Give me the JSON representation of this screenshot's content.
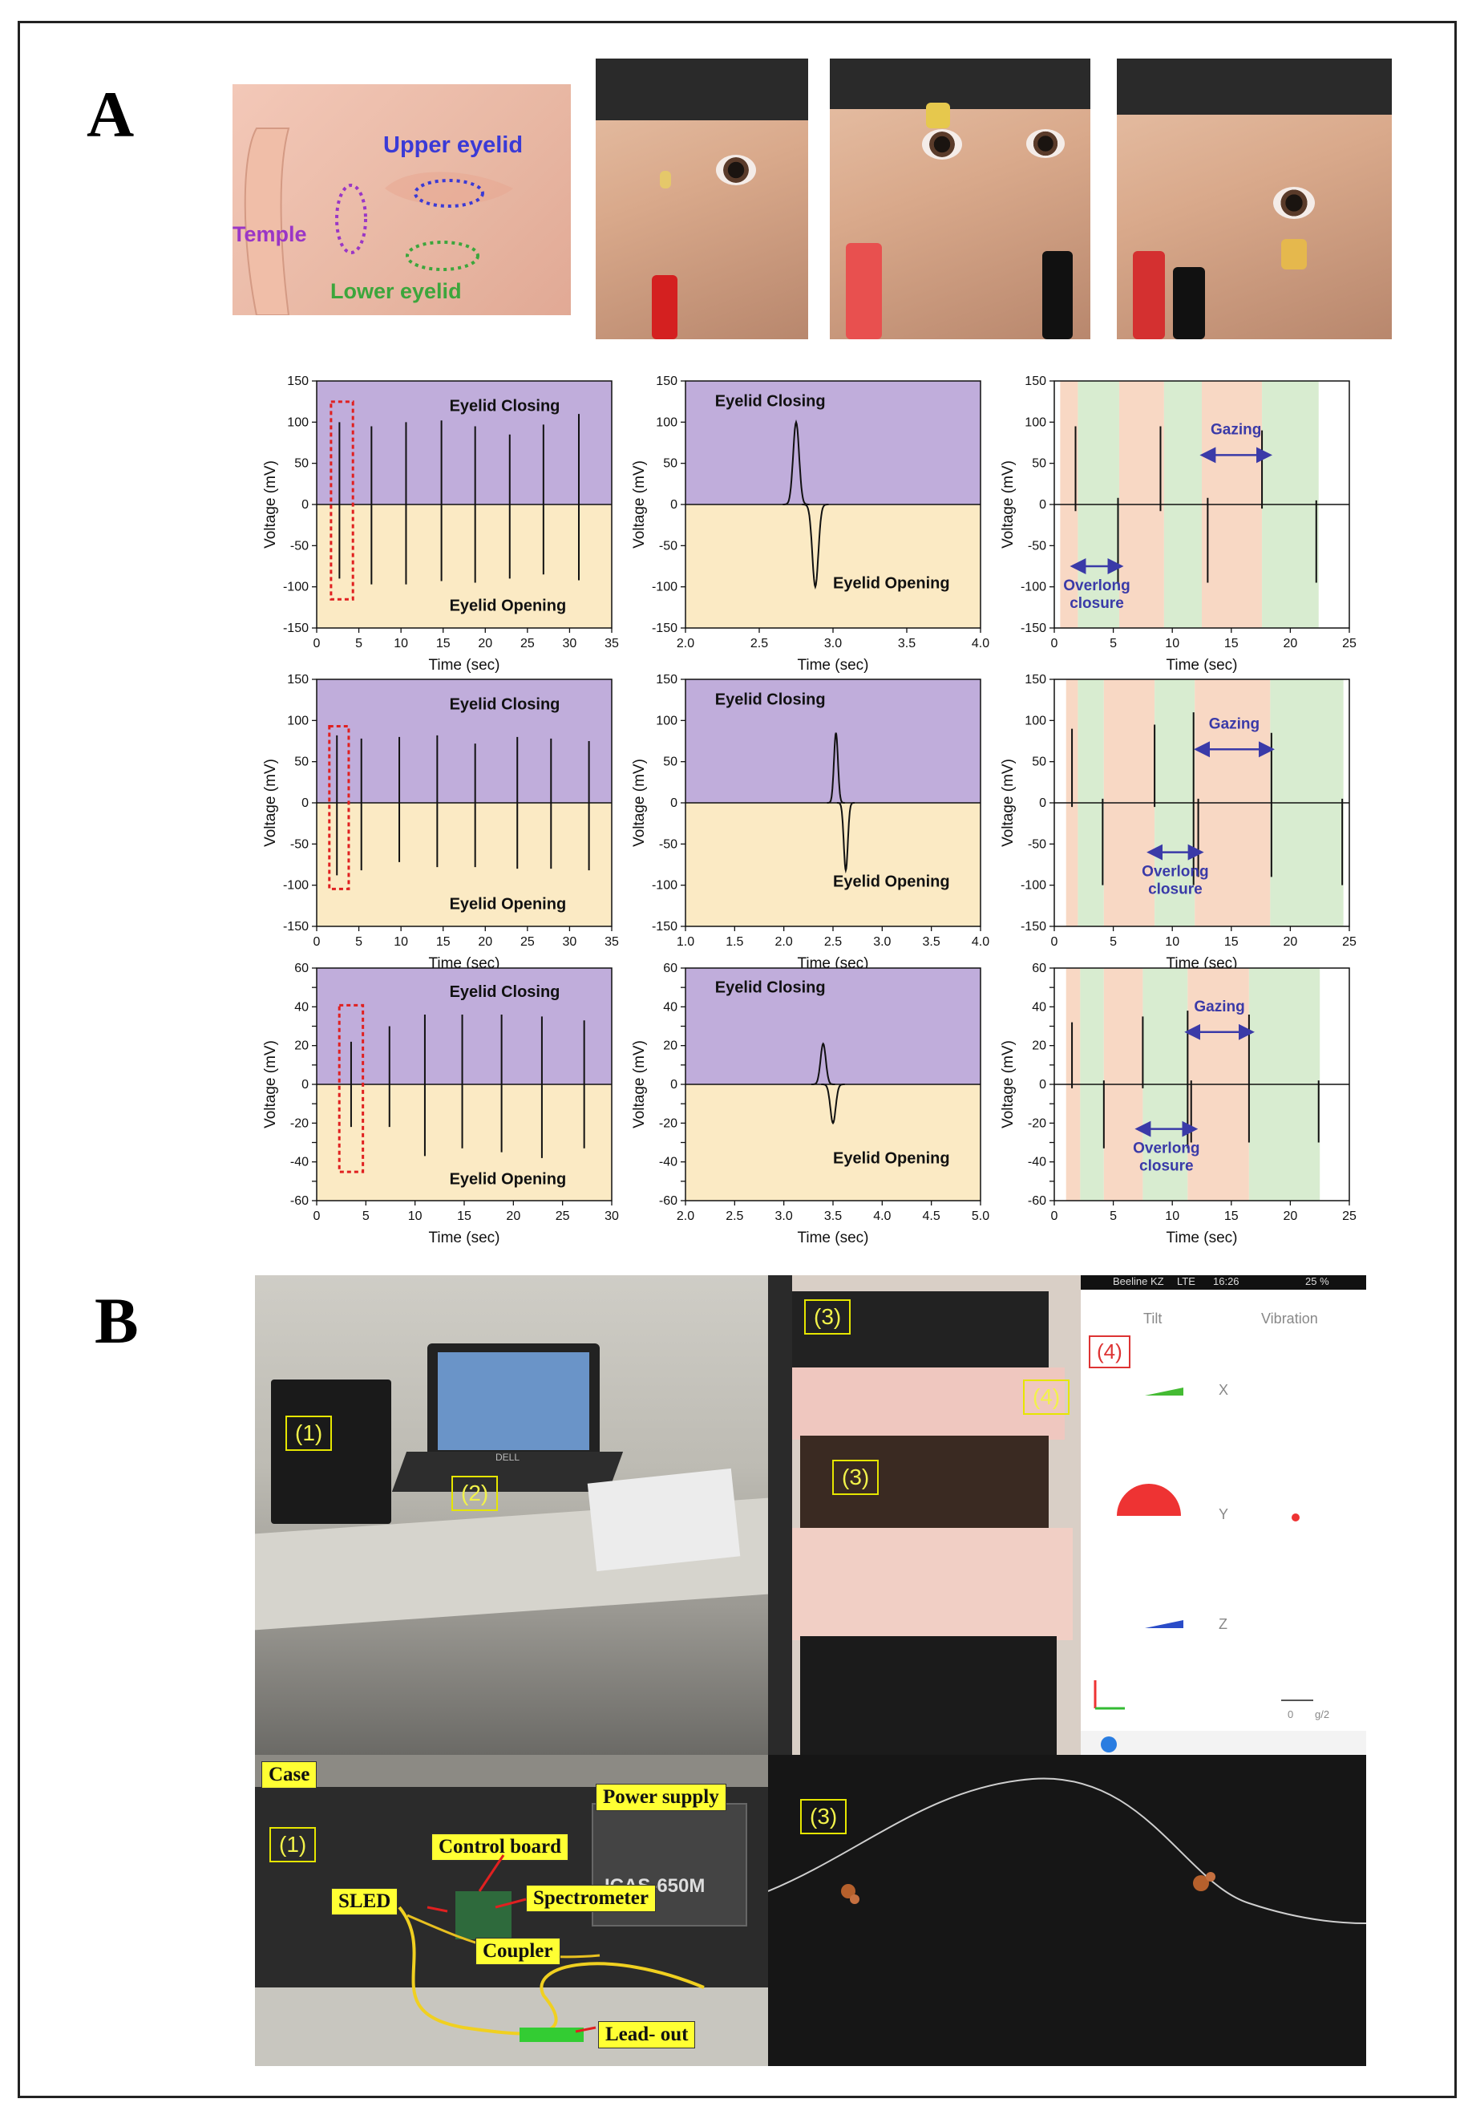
{
  "panel_a_label": "A",
  "panel_b_label": "B",
  "face_diagram": {
    "upper": "Upper eyelid",
    "temple": "Temple",
    "lower": "Lower eyelid",
    "colors": {
      "upper": "#3a3ad6",
      "temple": "#9a36c6",
      "lower": "#3ca63c"
    }
  },
  "colors": {
    "closing_bg": "#c0addb",
    "opening_bg": "#fbeac4",
    "orange_band": "#f8d8c4",
    "green_band": "#d8ecd0",
    "arrow": "#3a3aa8",
    "annotation": "#3a3aa8",
    "red_dash": "#e02020",
    "tag": "#ffff33"
  },
  "chart_data": [
    {
      "type": "line",
      "id": "r1c1",
      "xlabel": "Time (sec)",
      "ylabel": "Voltage (mV)",
      "xlim": [
        0,
        35
      ],
      "ylim": [
        -150,
        150
      ],
      "xticks": [
        0,
        5,
        10,
        15,
        20,
        25,
        30,
        35
      ],
      "yticks": [
        -150,
        -100,
        -50,
        0,
        50,
        100,
        150
      ],
      "closing_label": "Eyelid Closing",
      "opening_label": "Eyelid Opening",
      "spikes": [
        {
          "x": 2.7,
          "up": 100,
          "down": -90
        },
        {
          "x": 6.5,
          "up": 95,
          "down": -97
        },
        {
          "x": 10.6,
          "up": 100,
          "down": -97
        },
        {
          "x": 14.8,
          "up": 102,
          "down": -93
        },
        {
          "x": 18.8,
          "up": 95,
          "down": -95
        },
        {
          "x": 22.9,
          "up": 85,
          "down": -90
        },
        {
          "x": 26.9,
          "up": 97,
          "down": -85
        },
        {
          "x": 31.1,
          "up": 110,
          "down": -92
        }
      ],
      "highlight": [
        1.7,
        4.3
      ]
    },
    {
      "type": "line",
      "id": "r1c2",
      "xlabel": "Time (sec)",
      "ylabel": "Voltage (mV)",
      "xlim": [
        2.0,
        4.0
      ],
      "ylim": [
        -150,
        150
      ],
      "xticks": [
        2.0,
        2.5,
        3.0,
        3.5,
        4.0
      ],
      "yticks": [
        -150,
        -100,
        -50,
        0,
        50,
        100,
        150
      ],
      "closing_label": "Eyelid Closing",
      "opening_label": "Eyelid Opening",
      "pulses": [
        {
          "x": 2.75,
          "amp": 100,
          "w": 0.03
        },
        {
          "x": 2.88,
          "amp": -100,
          "w": 0.03
        }
      ]
    },
    {
      "type": "line",
      "id": "r1c3",
      "xlabel": "Time (sec)",
      "ylabel": "Voltage (mV)",
      "xlim": [
        0,
        25
      ],
      "ylim": [
        -150,
        150
      ],
      "xticks": [
        0,
        5,
        10,
        15,
        20,
        25
      ],
      "yticks": [
        -150,
        -100,
        -50,
        0,
        50,
        100,
        150
      ],
      "bands": [
        [
          0.5,
          2,
          "orange"
        ],
        [
          2,
          5.5,
          "green"
        ],
        [
          5.5,
          9.3,
          "orange"
        ],
        [
          9.3,
          12.5,
          "green"
        ],
        [
          12.5,
          17.6,
          "orange"
        ],
        [
          17.6,
          22.4,
          "green"
        ]
      ],
      "spikes": [
        {
          "x": 1.8,
          "up": 95,
          "down": -8
        },
        {
          "x": 5.4,
          "up": 8,
          "down": -95
        },
        {
          "x": 9.0,
          "up": 95,
          "down": -8
        },
        {
          "x": 13.0,
          "up": 8,
          "down": -95
        },
        {
          "x": 17.6,
          "up": 90,
          "down": -5
        },
        {
          "x": 22.2,
          "up": 5,
          "down": -95
        }
      ],
      "overlong": {
        "label1": "Overlong",
        "label2": "closure",
        "from": 2,
        "to": 5.2,
        "y": -75
      },
      "gazing": {
        "label": "Gazing",
        "from": 13,
        "to": 17.8,
        "y": 60
      }
    },
    {
      "type": "line",
      "id": "r2c1",
      "xlabel": "Time (sec)",
      "ylabel": "Voltage (mV)",
      "xlim": [
        0,
        35
      ],
      "ylim": [
        -150,
        150
      ],
      "xticks": [
        0,
        5,
        10,
        15,
        20,
        25,
        30,
        35
      ],
      "yticks": [
        -150,
        -100,
        -50,
        0,
        50,
        100,
        150
      ],
      "closing_label": "Eyelid Closing",
      "opening_label": "Eyelid Opening",
      "spikes": [
        {
          "x": 2.4,
          "up": 82,
          "down": -88
        },
        {
          "x": 5.3,
          "up": 78,
          "down": -82
        },
        {
          "x": 9.8,
          "up": 80,
          "down": -72
        },
        {
          "x": 14.3,
          "up": 82,
          "down": -78
        },
        {
          "x": 18.8,
          "up": 72,
          "down": -78
        },
        {
          "x": 23.8,
          "up": 80,
          "down": -80
        },
        {
          "x": 27.8,
          "up": 78,
          "down": -80
        },
        {
          "x": 32.3,
          "up": 75,
          "down": -82
        }
      ],
      "highlight": [
        1.5,
        3.8
      ]
    },
    {
      "type": "line",
      "id": "r2c2",
      "xlabel": "Time (sec)",
      "ylabel": "Voltage (mV)",
      "xlim": [
        1.0,
        4.0
      ],
      "ylim": [
        -150,
        150
      ],
      "xticks": [
        1.0,
        1.5,
        2.0,
        2.5,
        3.0,
        3.5,
        4.0
      ],
      "yticks": [
        -150,
        -100,
        -50,
        0,
        50,
        100,
        150
      ],
      "closing_label": "Eyelid Closing",
      "opening_label": "Eyelid Opening",
      "pulses": [
        {
          "x": 2.53,
          "amp": 85,
          "w": 0.03
        },
        {
          "x": 2.63,
          "amp": -82,
          "w": 0.03
        }
      ]
    },
    {
      "type": "line",
      "id": "r2c3",
      "xlabel": "Time (sec)",
      "ylabel": "Voltage (mV)",
      "xlim": [
        0,
        25
      ],
      "ylim": [
        -150,
        150
      ],
      "xticks": [
        0,
        5,
        10,
        15,
        20,
        25
      ],
      "yticks": [
        -150,
        -100,
        -50,
        0,
        50,
        100,
        150
      ],
      "bands": [
        [
          1,
          2,
          "orange"
        ],
        [
          2,
          4.2,
          "green"
        ],
        [
          4.2,
          8.5,
          "orange"
        ],
        [
          8.5,
          11.9,
          "green"
        ],
        [
          11.9,
          18.3,
          "orange"
        ],
        [
          18.3,
          24.5,
          "green"
        ]
      ],
      "spikes": [
        {
          "x": 1.5,
          "up": 90,
          "down": -5
        },
        {
          "x": 4.1,
          "up": 5,
          "down": -100
        },
        {
          "x": 8.5,
          "up": 95,
          "down": -5
        },
        {
          "x": 11.8,
          "up": 110,
          "down": -100
        },
        {
          "x": 12.2,
          "up": 5,
          "down": -90
        },
        {
          "x": 18.4,
          "up": 85,
          "down": -90
        },
        {
          "x": 24.4,
          "up": 5,
          "down": -100
        }
      ],
      "overlong": {
        "label1": "Overlong",
        "label2": "closure",
        "from": 8.5,
        "to": 12,
        "y": -60
      },
      "gazing": {
        "label": "Gazing",
        "from": 12.5,
        "to": 18,
        "y": 65
      }
    },
    {
      "type": "line",
      "id": "r3c1",
      "xlabel": "Time (sec)",
      "ylabel": "Voltage (mV)",
      "xlim": [
        0,
        30
      ],
      "ylim": [
        -60,
        60
      ],
      "xticks": [
        0,
        5,
        10,
        15,
        20,
        25,
        30
      ],
      "yticks": [
        -60,
        -50,
        -40,
        -30,
        -20,
        -10,
        0,
        10,
        20,
        30,
        40,
        50,
        60
      ],
      "closing_label": "Eyelid Closing",
      "opening_label": "Eyelid Opening",
      "spikes": [
        {
          "x": 3.5,
          "up": 22,
          "down": -22
        },
        {
          "x": 7.4,
          "up": 30,
          "down": -22
        },
        {
          "x": 11.0,
          "up": 36,
          "down": -37
        },
        {
          "x": 14.8,
          "up": 36,
          "down": -33
        },
        {
          "x": 18.8,
          "up": 36,
          "down": -35
        },
        {
          "x": 22.9,
          "up": 35,
          "down": -38
        },
        {
          "x": 27.2,
          "up": 33,
          "down": -33
        }
      ],
      "highlight": [
        2.3,
        4.7
      ]
    },
    {
      "type": "line",
      "id": "r3c2",
      "xlabel": "Time (sec)",
      "ylabel": "Voltage (mV)",
      "xlim": [
        2.0,
        5.0
      ],
      "ylim": [
        -60,
        60
      ],
      "xticks": [
        2.0,
        2.5,
        3.0,
        3.5,
        4.0,
        4.5,
        5.0
      ],
      "yticks": [
        -60,
        -50,
        -40,
        -30,
        -20,
        -10,
        0,
        10,
        20,
        30,
        40,
        50,
        60
      ],
      "closing_label": "Eyelid Closing",
      "opening_label": "Eyelid Opening",
      "pulses": [
        {
          "x": 3.4,
          "amp": 21,
          "w": 0.04
        },
        {
          "x": 3.5,
          "amp": -20,
          "w": 0.04
        }
      ]
    },
    {
      "type": "line",
      "id": "r3c3",
      "xlabel": "Time (sec)",
      "ylabel": "Voltage (mV)",
      "xlim": [
        0,
        25
      ],
      "ylim": [
        -60,
        60
      ],
      "xticks": [
        0,
        5,
        10,
        15,
        20,
        25
      ],
      "yticks": [
        -60,
        -50,
        -40,
        -30,
        -20,
        -10,
        0,
        10,
        20,
        30,
        40,
        50,
        60
      ],
      "bands": [
        [
          1,
          2.2,
          "orange"
        ],
        [
          2.2,
          4.2,
          "green"
        ],
        [
          4.2,
          7.5,
          "orange"
        ],
        [
          7.5,
          11.3,
          "green"
        ],
        [
          11.3,
          16.5,
          "orange"
        ],
        [
          16.5,
          22.5,
          "green"
        ]
      ],
      "spikes": [
        {
          "x": 1.5,
          "up": 32,
          "down": -2
        },
        {
          "x": 4.2,
          "up": 2,
          "down": -33
        },
        {
          "x": 7.5,
          "up": 35,
          "down": -2
        },
        {
          "x": 11.3,
          "up": 38,
          "down": -33
        },
        {
          "x": 11.6,
          "up": 2,
          "down": -30
        },
        {
          "x": 16.5,
          "up": 36,
          "down": -30
        },
        {
          "x": 22.4,
          "up": 2,
          "down": -30
        }
      ],
      "overlong": {
        "label1": "Overlong",
        "label2": "closure",
        "from": 7.5,
        "to": 11.5,
        "y": -23
      },
      "gazing": {
        "label": "Gazing",
        "from": 11.7,
        "to": 16.3,
        "y": 27
      }
    }
  ],
  "photo_b": {
    "boxes": [
      "(1)",
      "(2)",
      "(3)",
      "(3)",
      "(4)",
      "(4)",
      "(1)",
      "(3)"
    ],
    "phone": {
      "status_carrier": "Beeline KZ",
      "status_net": "LTE",
      "status_time": "16:26",
      "status_batt": "25 %",
      "tilt": "Tilt",
      "vibration": "Vibration",
      "x": "X",
      "y": "Y",
      "z": "Z",
      "scale_0": "0",
      "scale_g": "g/2"
    },
    "laptop_brand": "DELL",
    "case_model": "ICAS-650M"
  },
  "case_tags": {
    "case": "Case",
    "power": "Power supply",
    "control": "Control board",
    "spectrometer": "Spectrometer",
    "sled": "SLED",
    "coupler": "Coupler",
    "leadout": "Lead- out"
  }
}
